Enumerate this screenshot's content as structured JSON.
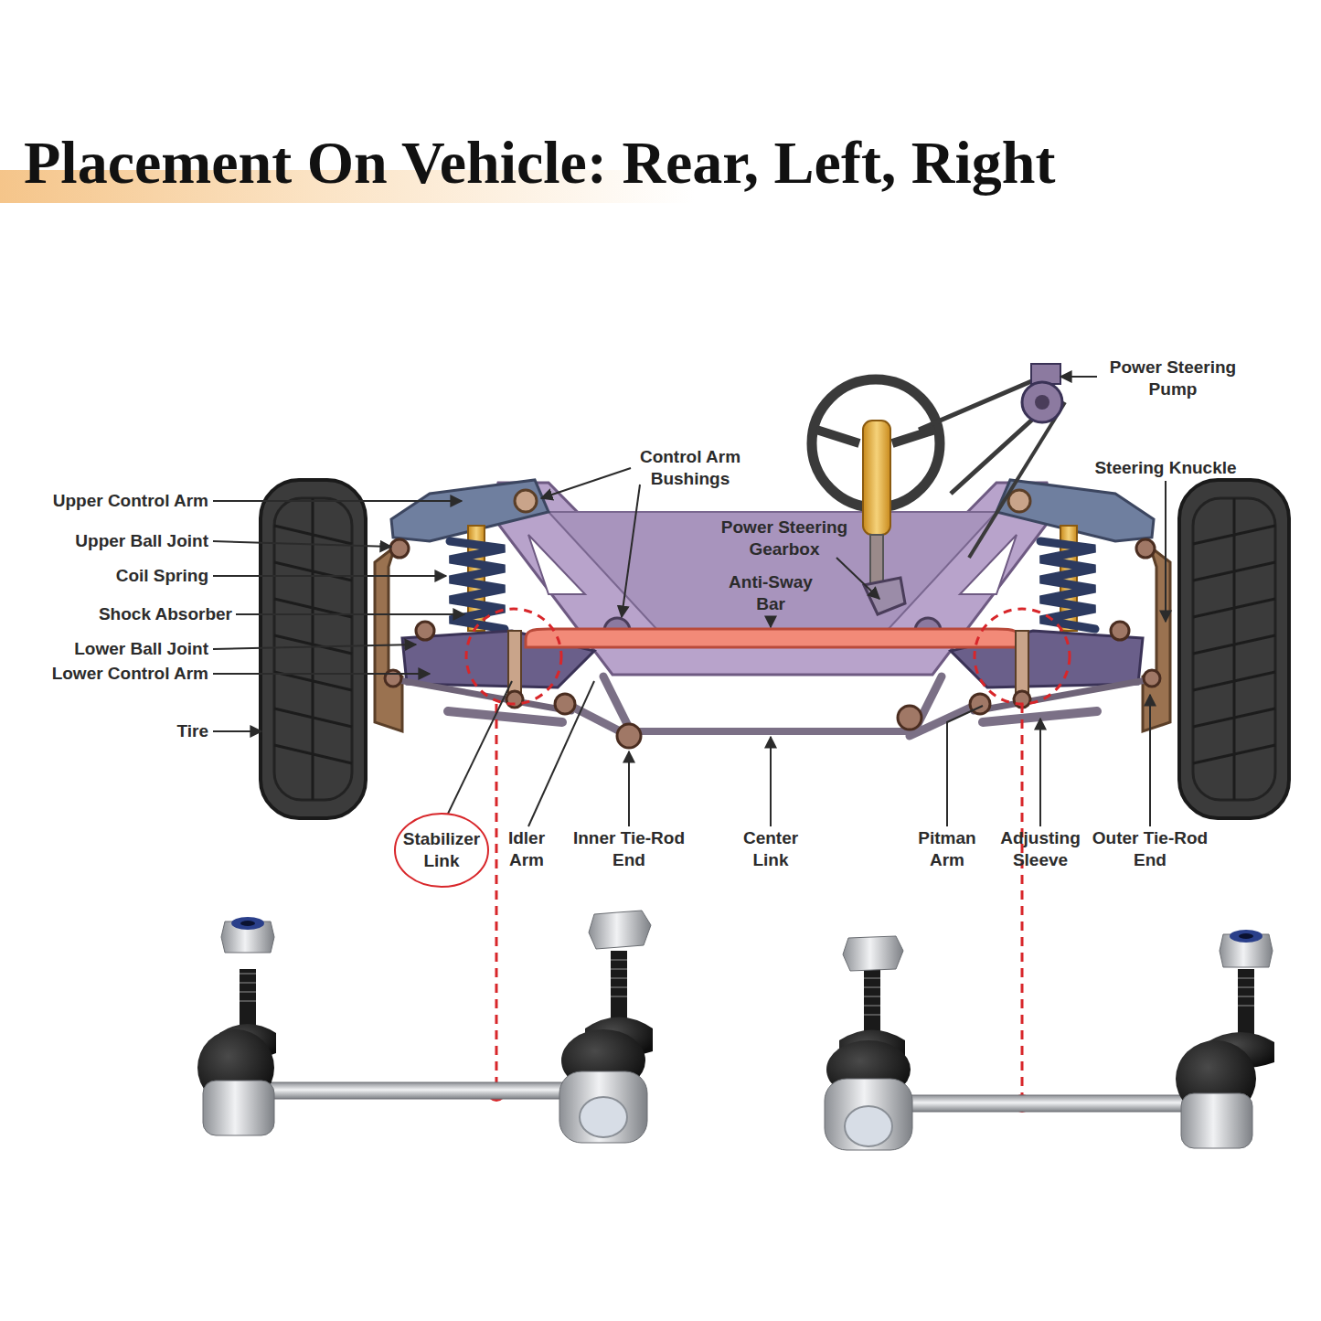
{
  "diagram": {
    "title": "Placement On Vehicle: Rear, Left, Right",
    "nodes": [
      {
        "text": [
          "Stabilizer Link"
        ]
      }
    ],
    "labels": [
      "Power Steering Pump",
      "Control Arm Bushings",
      "Steering Knuckle",
      "Upper Control Arm",
      "Upper Ball Joint",
      "Power Steering Gearbox",
      "Coil Spring",
      "Anti-Sway Bar",
      "Shock Absorber",
      "Lower Ball Joint",
      "Lower Control Arm",
      "Tire",
      "Idler Arm",
      "Inner Tie-Rod End",
      "Center Link",
      "Pitman Arm",
      "Adjusting Sleeve",
      "Outer Tie-Rod End"
    ]
  }
}
